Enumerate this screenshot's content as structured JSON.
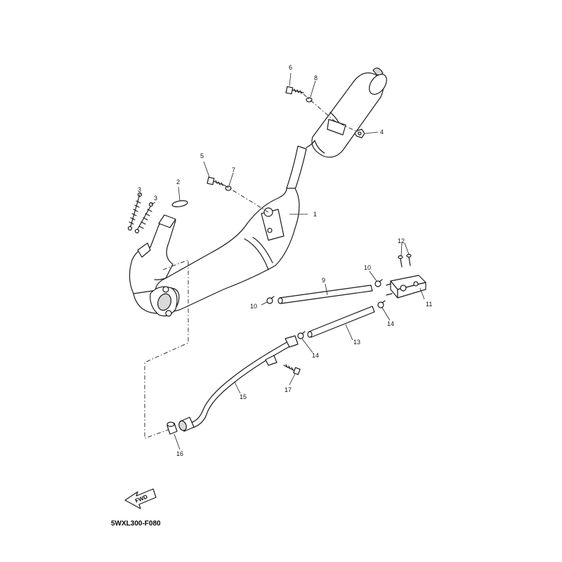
{
  "diagram": {
    "code": "5WXL300-F080",
    "direction_label": "FWD",
    "callouts": [
      {
        "id": "c1",
        "label": "1"
      },
      {
        "id": "c2",
        "label": "2"
      },
      {
        "id": "c3a",
        "label": "3"
      },
      {
        "id": "c3b",
        "label": "3"
      },
      {
        "id": "c4",
        "label": "4"
      },
      {
        "id": "c5",
        "label": "5"
      },
      {
        "id": "c6",
        "label": "6"
      },
      {
        "id": "c7",
        "label": "7"
      },
      {
        "id": "c8",
        "label": "8"
      },
      {
        "id": "c9",
        "label": "9"
      },
      {
        "id": "c10a",
        "label": "10"
      },
      {
        "id": "c10b",
        "label": "10"
      },
      {
        "id": "c11",
        "label": "11"
      },
      {
        "id": "c12",
        "label": "12"
      },
      {
        "id": "c13",
        "label": "13"
      },
      {
        "id": "c14a",
        "label": "14"
      },
      {
        "id": "c14b",
        "label": "14"
      },
      {
        "id": "c15",
        "label": "15"
      },
      {
        "id": "c16",
        "label": "16"
      },
      {
        "id": "c17",
        "label": "17"
      }
    ]
  }
}
